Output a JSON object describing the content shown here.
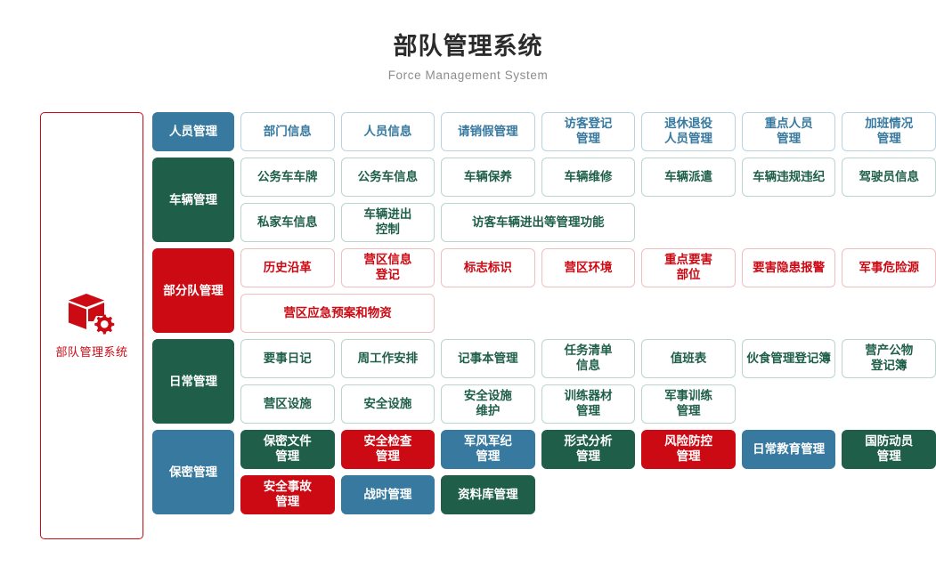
{
  "header": {
    "title": "部队管理系统",
    "subtitle": "Force Management System"
  },
  "sidebar": {
    "icon": "box-gear-icon",
    "label": "部队管理系统",
    "accent_color": "#cc0a14"
  },
  "colors": {
    "blue": "#37799f",
    "green": "#1f5f4a",
    "red": "#cc0a14",
    "blue_border": "#b9d3e3",
    "green_border": "#bcd5cd",
    "red_border": "#f0bfc2"
  },
  "rows": [
    {
      "category": "人员管理",
      "category_color": "blue",
      "item_style": "o-blue",
      "items": [
        {
          "label": "部门信息"
        },
        {
          "label": "人员信息"
        },
        {
          "label": "请销假管理"
        },
        {
          "label": "访客登记\n管理"
        },
        {
          "label": "退休退役\n人员管理"
        },
        {
          "label": "重点人员\n管理"
        },
        {
          "label": "加班情况\n管理"
        }
      ]
    },
    {
      "category": "车辆管理",
      "category_color": "green",
      "item_style": "o-green",
      "items": [
        {
          "label": "公务车车牌"
        },
        {
          "label": "公务车信息"
        },
        {
          "label": "车辆保养"
        },
        {
          "label": "车辆维修"
        },
        {
          "label": "车辆派遣"
        },
        {
          "label": "车辆违规违纪"
        },
        {
          "label": "驾驶员信息"
        },
        {
          "label": "私家车信息"
        },
        {
          "label": "车辆进出\n控制"
        },
        {
          "label": "访客车辆进出等管理功能",
          "span": 2
        }
      ]
    },
    {
      "category": "部分队管理",
      "category_color": "red",
      "item_style": "o-red",
      "items": [
        {
          "label": "历史沿革"
        },
        {
          "label": "营区信息\n登记"
        },
        {
          "label": "标志标识"
        },
        {
          "label": "营区环境"
        },
        {
          "label": "重点要害\n部位"
        },
        {
          "label": "要害隐患报警"
        },
        {
          "label": "军事危险源"
        },
        {
          "label": "营区应急预案和物资",
          "span": 2
        }
      ]
    },
    {
      "category": "日常管理",
      "category_color": "green",
      "item_style": "o-green",
      "items": [
        {
          "label": "要事日记"
        },
        {
          "label": "周工作安排"
        },
        {
          "label": "记事本管理"
        },
        {
          "label": "任务清单\n信息"
        },
        {
          "label": "值班表"
        },
        {
          "label": "伙食管理登记簿"
        },
        {
          "label": "营产公物\n登记簿"
        },
        {
          "label": "营区设施"
        },
        {
          "label": "安全设施"
        },
        {
          "label": "安全设施\n维护"
        },
        {
          "label": "训练器材\n管理"
        },
        {
          "label": "军事训练\n管理"
        }
      ]
    },
    {
      "category": "保密管理",
      "category_color": "blue",
      "item_style": "filled",
      "items": [
        {
          "label": "保密文件\n管理",
          "style": "f-green"
        },
        {
          "label": "安全检查\n管理",
          "style": "f-red"
        },
        {
          "label": "军风军纪\n管理",
          "style": "f-blue"
        },
        {
          "label": "形式分析\n管理",
          "style": "f-green"
        },
        {
          "label": "风险防控\n管理",
          "style": "f-red"
        },
        {
          "label": "日常教育管理",
          "style": "f-blue"
        },
        {
          "label": "国防动员\n管理",
          "style": "f-green"
        },
        {
          "label": "安全事故\n管理",
          "style": "f-red"
        },
        {
          "label": "战时管理",
          "style": "f-blue"
        },
        {
          "label": "资料库管理",
          "style": "f-green"
        }
      ]
    }
  ]
}
